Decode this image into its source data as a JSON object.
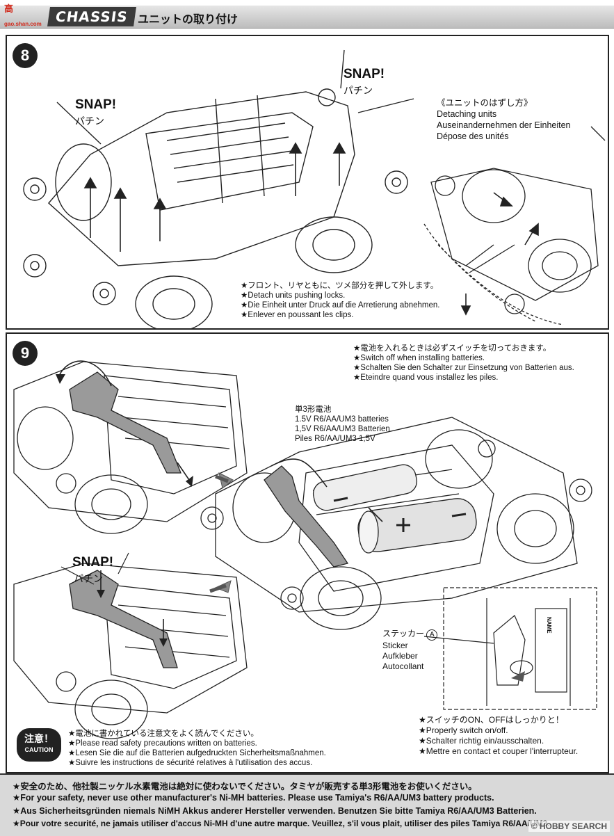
{
  "header": {
    "logo_text": "高",
    "logo_sub": "gao.shan.com",
    "chassis_label": "CHASSIS",
    "subtitle": "ユニットの取り付け"
  },
  "step8": {
    "number": "8",
    "snap_left": {
      "title": "SNAP!",
      "jp": "パチン"
    },
    "snap_right": {
      "title": "SNAP!",
      "jp": "パチン"
    },
    "detach": {
      "jp": "《ユニットのはずし方》",
      "en": "Detaching units",
      "de": "Auseinandernehmen der Einheiten",
      "fr": "Dépose des unités"
    },
    "notes": [
      "★フロント、リヤともに、ツメ部分を押して外します。",
      "★Detach units pushing locks.",
      "★Die Einheit unter Druck auf die Arretierung abnehmen.",
      "★Enlever en poussant les clips."
    ]
  },
  "step9": {
    "number": "9",
    "switch_off_notes": [
      "★電池を入れるときは必ずスイッチを切っておきます。",
      "★Switch off when installing batteries.",
      "★Schalten Sie den Schalter zur Einsetzung von Batterien aus.",
      "★Eteindre quand vous installez les piles."
    ],
    "battery": [
      "単3形電池",
      "1.5V R6/AA/UM3 batteries",
      "1,5V R6/AA/UM3 Batterien",
      "Piles R6/AA/UM3 1,5V"
    ],
    "snap": {
      "title": "SNAP!",
      "jp": "パチン"
    },
    "sticker": {
      "jp": "ステッカー",
      "badge": "A",
      "en": "Sticker",
      "de": "Aufkleber",
      "fr": "Autocollant",
      "name_label": "NAME"
    },
    "switch_notes": [
      "★スイッチのON、OFFはしっかりと！",
      "★Properly switch on/off.",
      "★Schalter richtig ein/ausschalten.",
      "★Mettre en contact et couper l'interrupteur."
    ],
    "caution": {
      "jp": "注意！",
      "en": "CAUTION",
      "lines": [
        "★電池に書かれている注意文をよく読んでください。",
        "★Please read safety precautions written on batteries.",
        "★Lesen Sie die auf die Batterien aufgedruckten Sicherheitsmaßnahmen.",
        "★Suivre les instructions de sécurité relatives à l'utilisation des accus."
      ]
    }
  },
  "footer": {
    "lines": [
      "★安全のため、他社製ニッケル水素電池は絶対に使わないでください。タミヤが販売する単3形電池をお使いください。",
      "★For your safety, never use other manufacturer's Ni-MH batteries. Please use Tamiya's R6/AA/UM3 battery products.",
      "★Aus Sicherheitsgründen niemals NiMH Akkus anderer Hersteller verwenden. Benutzen Sie bitte Tamiya R6/AA/UM3 Batterien.",
      "★Pour votre securité, ne jamais utiliser d'accus Ni-MH d'une autre marque. Veuillez, s'il vous plait, utiliser des piles Tamiya R6/AA/UM3."
    ]
  },
  "watermark": "© HOBBY SEARCH"
}
